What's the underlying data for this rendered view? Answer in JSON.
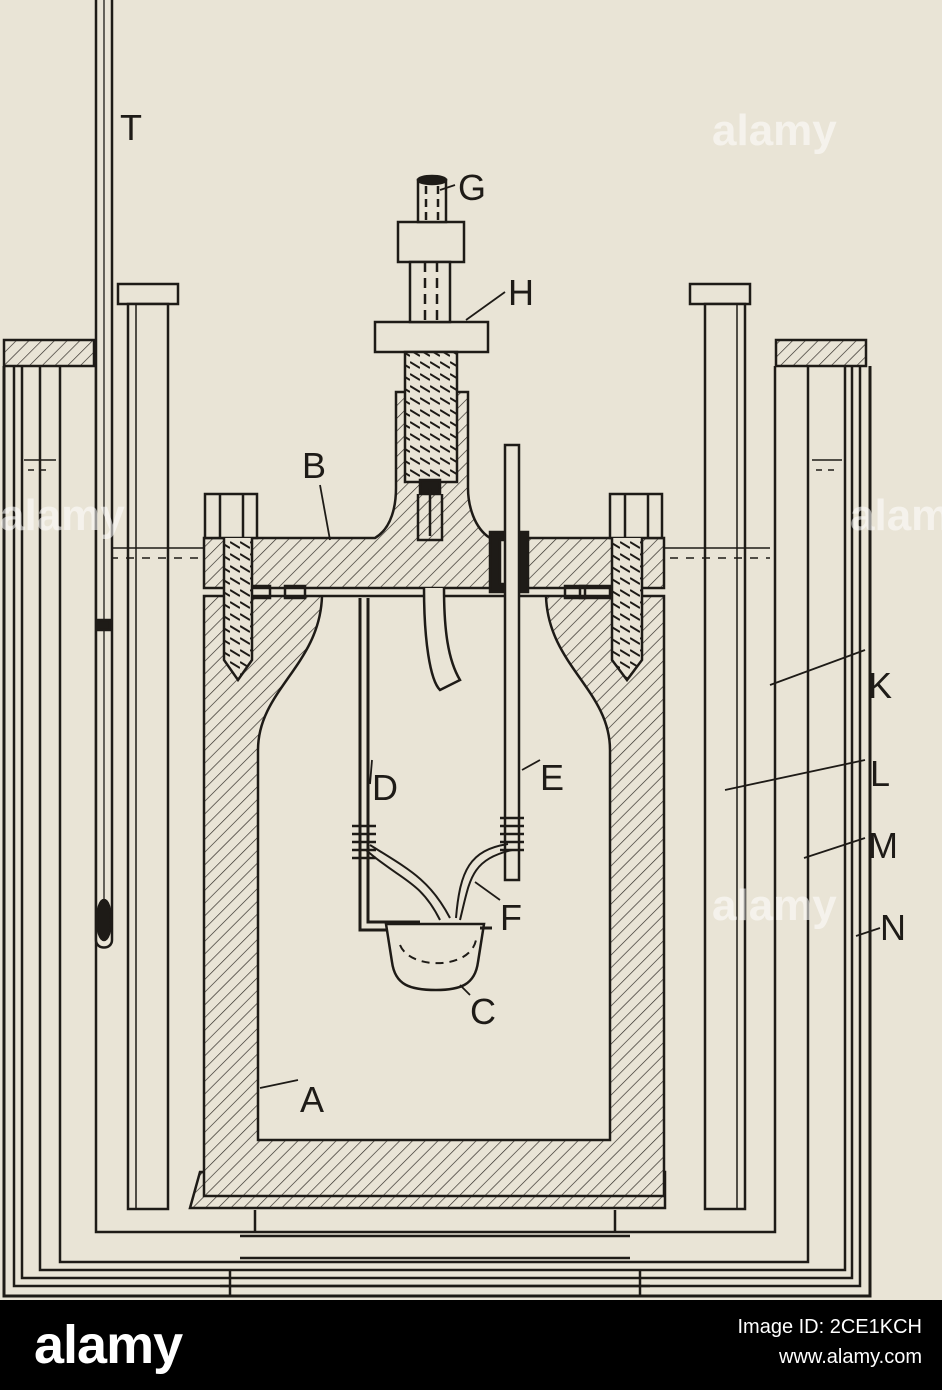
{
  "figure": {
    "labels": {
      "T": "T",
      "G": "G",
      "H": "H",
      "B": "B",
      "K": "K",
      "L": "L",
      "D": "D",
      "E": "E",
      "M": "M",
      "F": "F",
      "N": "N",
      "C": "C",
      "A": "A"
    },
    "watermark_text": "alamy"
  },
  "footer": {
    "brand": "alamy",
    "image_id": "Image ID: 2CE1KCH",
    "site": "www.alamy.com"
  },
  "colors": {
    "background": "#e9e4d6",
    "ink": "#1e1b17",
    "footer": "#000000"
  }
}
